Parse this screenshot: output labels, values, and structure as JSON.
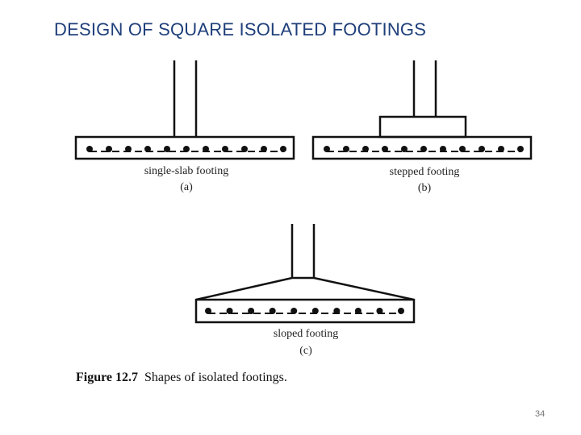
{
  "slide": {
    "title": "DESIGN OF SQUARE ISOLATED FOOTINGS",
    "page_number": "34"
  },
  "figure": {
    "a": {
      "name": "single-slab footing",
      "letter": "(a)"
    },
    "b": {
      "name": "stepped footing",
      "letter": "(b)"
    },
    "c": {
      "name": "sloped footing",
      "letter": "(c)"
    },
    "caption_number": "Figure 12.7",
    "caption_text": "Shapes of isolated footings."
  }
}
